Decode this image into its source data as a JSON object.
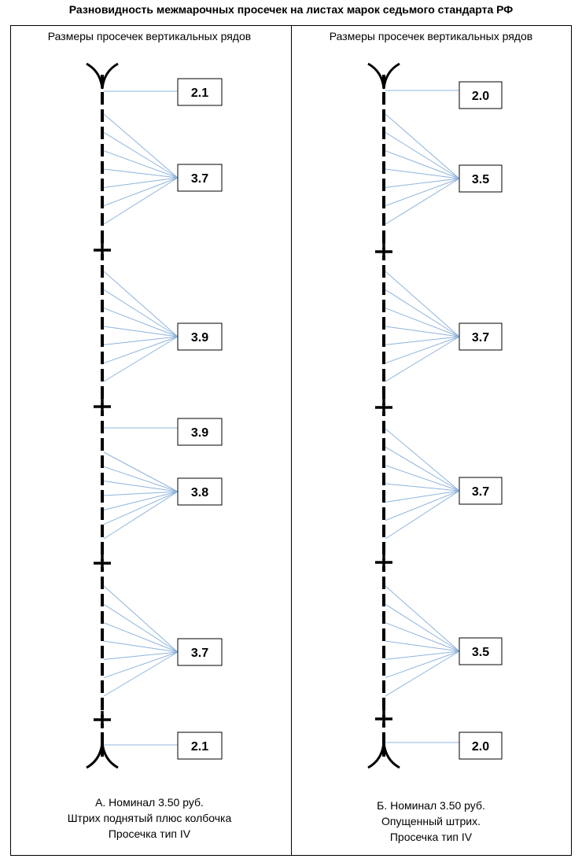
{
  "title": "Разновидность межмарочных просечек на листах марок седьмого стандарта РФ",
  "columns": [
    {
      "header": "Размеры просечек вертикальных рядов",
      "values": [
        "2.1",
        "3.7",
        "3.9",
        "3.9",
        "3.8",
        "3.7",
        "2.1"
      ],
      "caption": [
        "А. Номинал 3.50 руб.",
        "Штрих поднятый плюс колбочка",
        "Просечка тип IV"
      ]
    },
    {
      "header": "Размеры просечек вертикальных рядов",
      "values": [
        "2.0",
        "3.5",
        "3.7",
        "3.7",
        "3.5",
        "2.0"
      ],
      "caption": [
        "Б. Номинал 3.50 руб.",
        "Опущенный штрих.",
        "Просечка тип IV"
      ]
    }
  ],
  "colors": {
    "leader_line": "#8fb4dc",
    "ink": "#000000"
  }
}
